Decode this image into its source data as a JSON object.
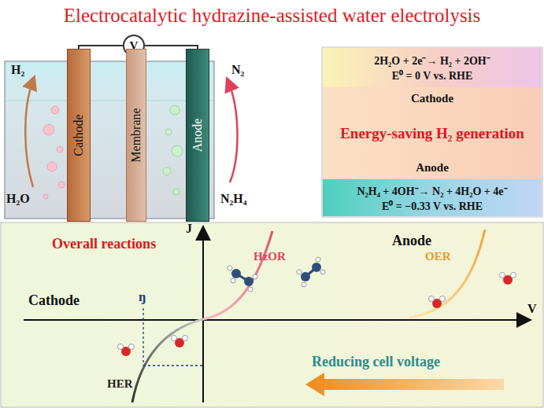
{
  "diagram": {
    "title": "Electrocatalytic hydrazine-assisted water electrolysis",
    "nodes": [
      {
        "text": [
          "V"
        ]
      },
      {
        "text": [
          "Cathode"
        ]
      },
      {
        "text": [
          "Membrane"
        ]
      },
      {
        "text": [
          "Anode"
        ]
      },
      {
        "text": [
          "2H₂O + 2e⁻→ H₂ + 2OH⁻",
          "E⁰ = 0 V vs. RHE"
        ]
      },
      {
        "text": [
          "Cathode",
          "Energy-saving H₂ generation",
          "Anode"
        ]
      },
      {
        "text": [
          "N₂H₄ + 4OH⁻→ N₂ + 4H₂O + 4e⁻",
          "E⁰ = −0.33 V vs. RHE"
        ]
      }
    ],
    "edges": [
      {
        "from": 1,
        "to": 0,
        "arrow": "none"
      },
      {
        "from": 0,
        "to": 3,
        "arrow": "none"
      }
    ],
    "labels": [
      "H₂",
      "H₂O",
      "N₂",
      "N₂H₄",
      "Overall reactions",
      "Anode",
      "Cathode",
      "J",
      "V",
      "HzOR",
      "OER",
      "HER",
      "ŋ",
      "Reducing cell voltage"
    ]
  }
}
